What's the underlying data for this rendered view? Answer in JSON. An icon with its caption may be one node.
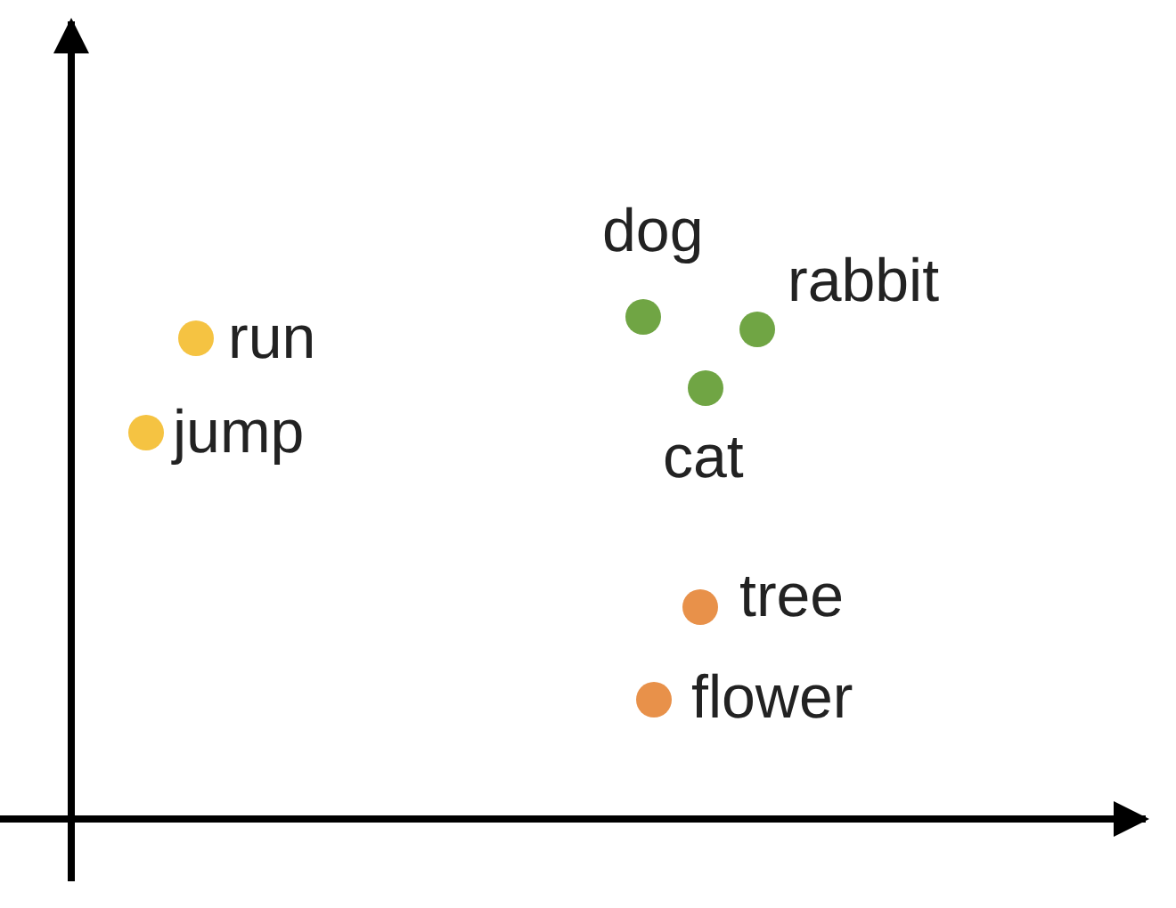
{
  "diagram": {
    "labels": [
      "run",
      "jump",
      "dog",
      "rabbit",
      "cat",
      "tree",
      "flower"
    ]
  }
}
